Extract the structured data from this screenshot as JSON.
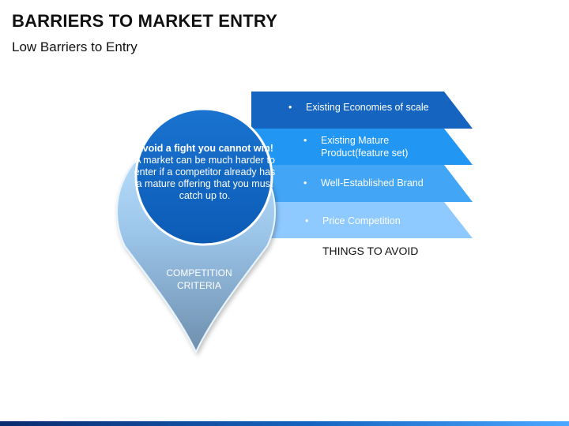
{
  "title": "BARRIERS TO MARKET ENTRY",
  "subtitle": "Low Barriers to Entry",
  "center": {
    "bold_text": "Avoid a fight you cannot win!",
    "body_text": " A market can be much harder to enter if a competitor already has a mature offering that you must catch up to."
  },
  "pin_label": "COMPETITION CRITERIA",
  "ribbons": [
    {
      "label": "Existing Economies of scale",
      "color": "#1565c0"
    },
    {
      "label": "Existing Mature Product(feature set)",
      "color": "#2196f3"
    },
    {
      "label": "Well-Established Brand",
      "color": "#42a5f5"
    },
    {
      "label": "Price Competition",
      "color": "#8ec9ff"
    }
  ],
  "bullet": "•",
  "footer_label": "THINGS TO AVOID"
}
